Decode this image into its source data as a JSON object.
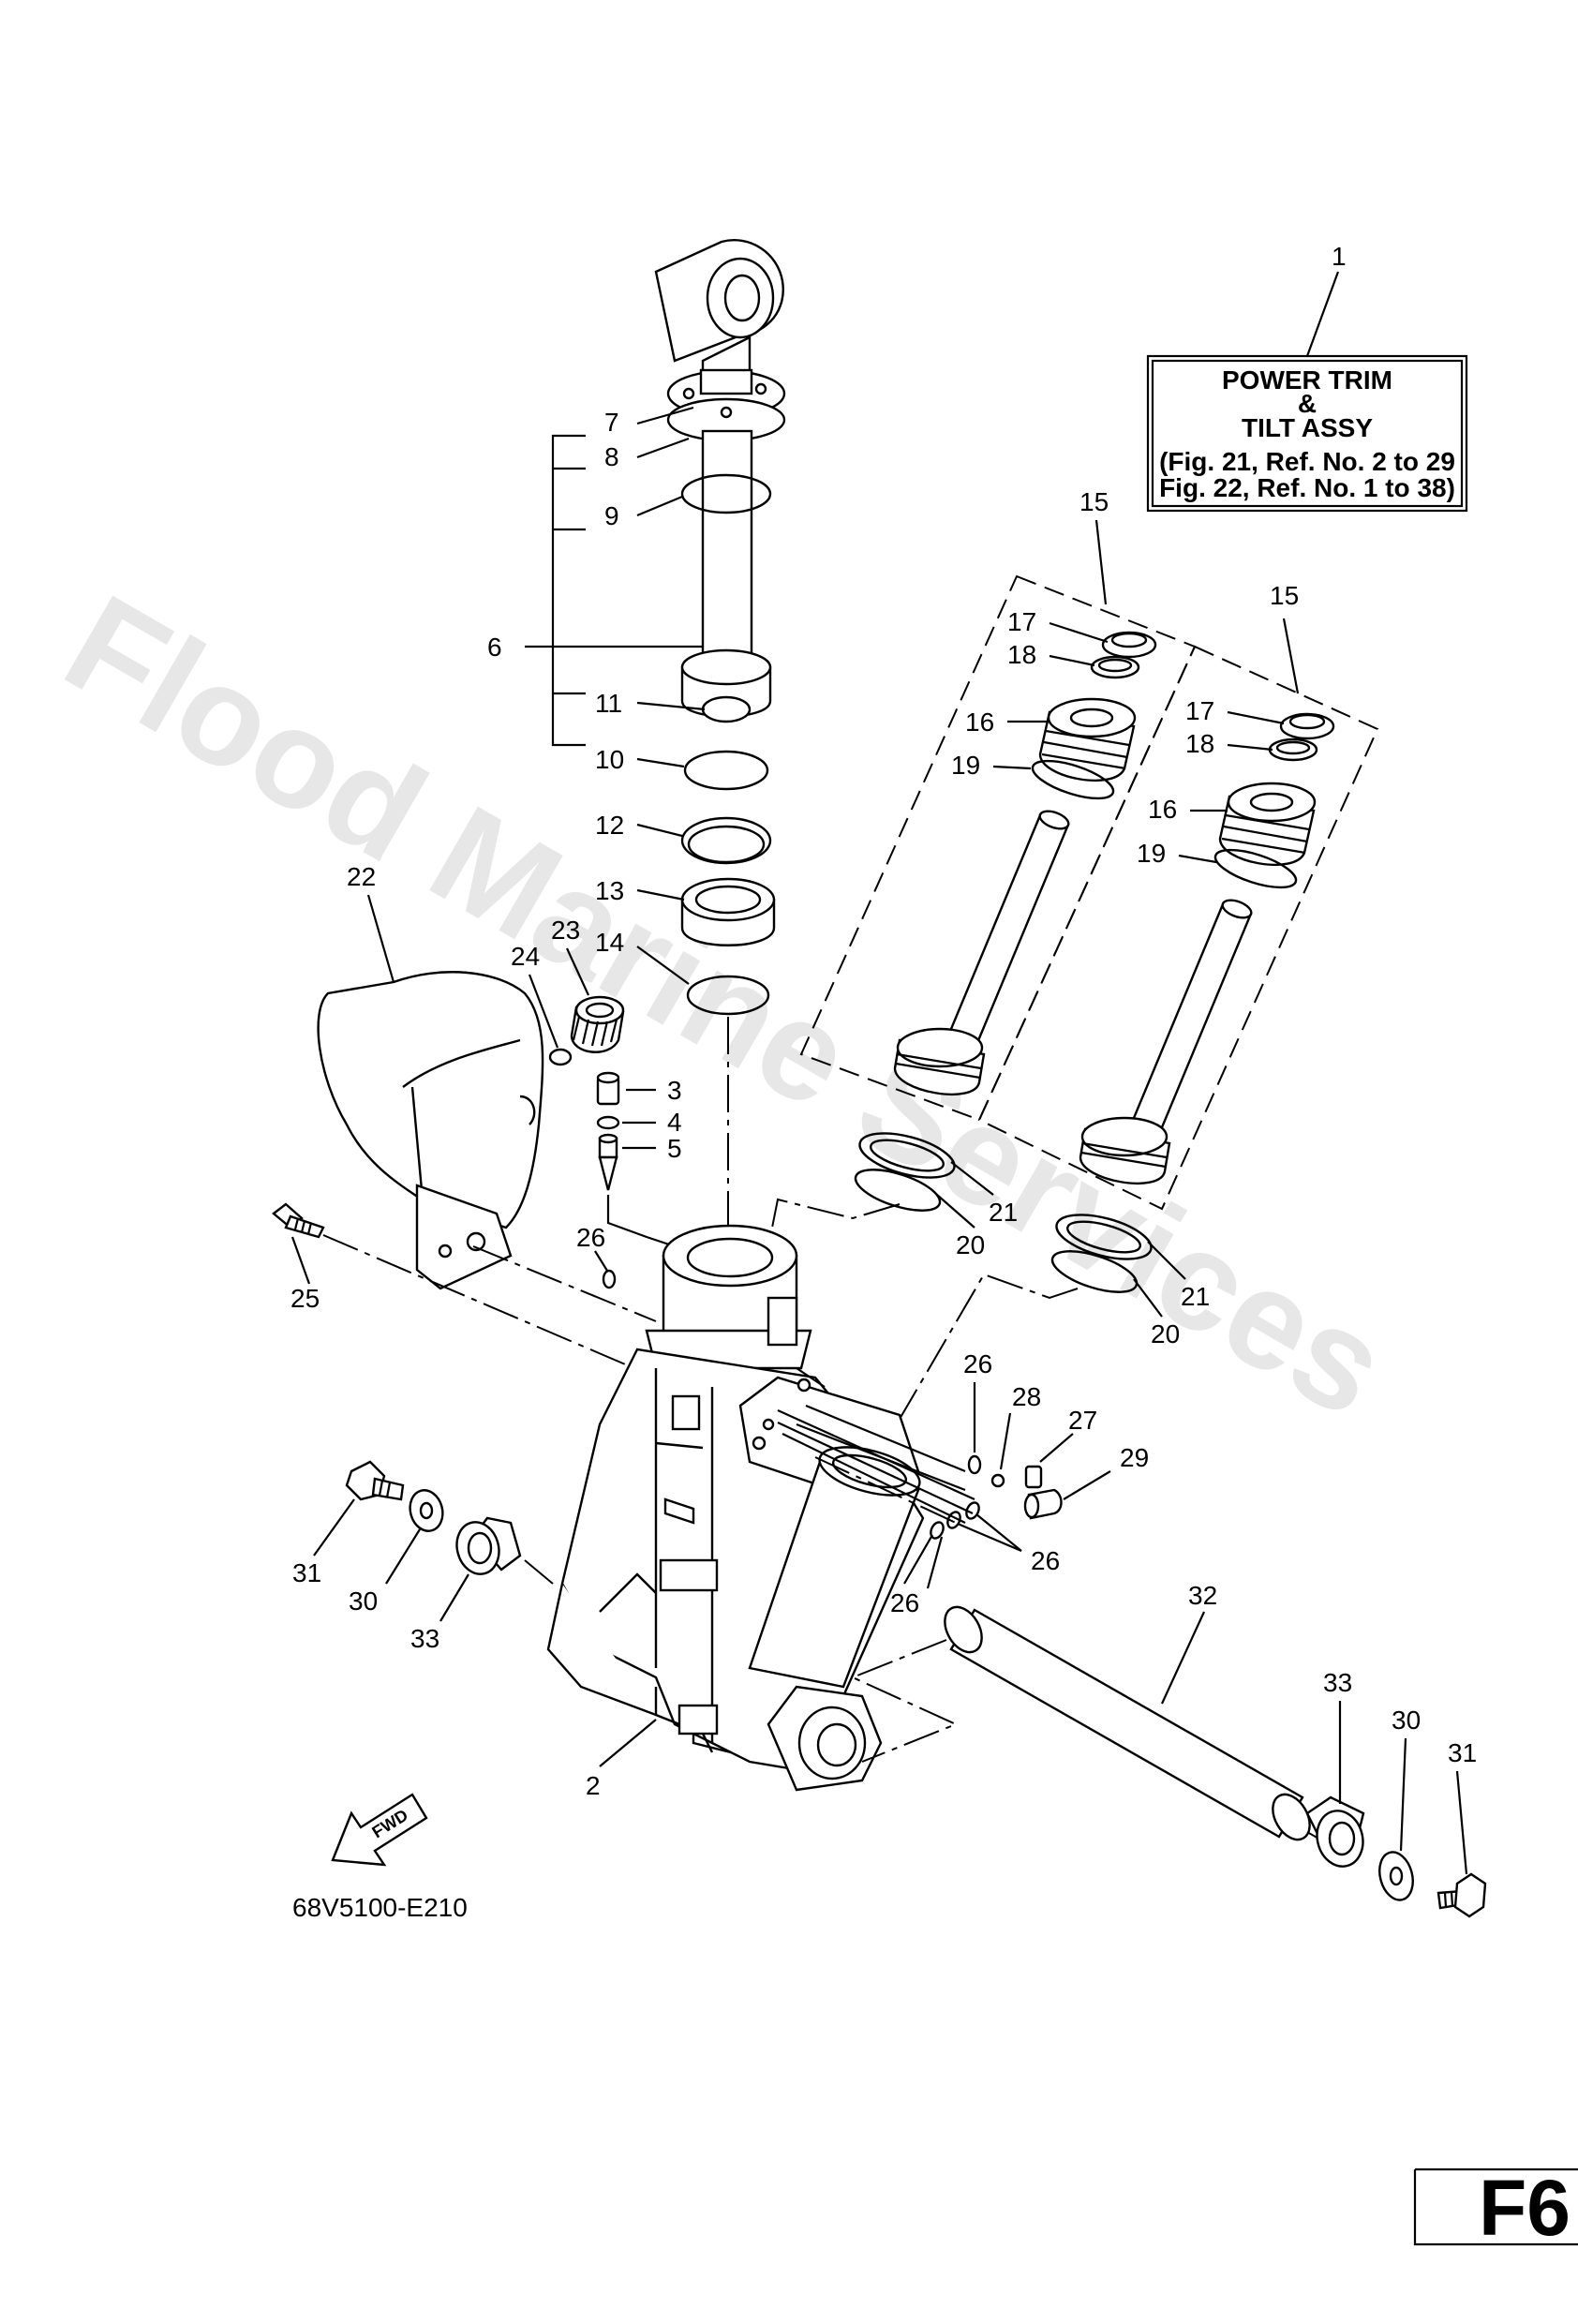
{
  "watermark": "Flood Marine Services",
  "assembly_box": {
    "title_line1": "POWER TRIM",
    "title_line2": "&",
    "title_line3": "TILT ASSY",
    "ref_line1": "(Fig. 21, Ref. No. 2 to 29",
    "ref_line2": "Fig. 22, Ref. No. 1 to 38)"
  },
  "drawing_code": "68V5100-E210",
  "page_code": "F6",
  "fwd_label": "FWD",
  "callouts": {
    "c1": "1",
    "c2": "2",
    "c3": "3",
    "c4": "4",
    "c5": "5",
    "c6": "6",
    "c7": "7",
    "c8": "8",
    "c9": "9",
    "c10": "10",
    "c11": "11",
    "c12": "12",
    "c13": "13",
    "c14": "14",
    "c15a": "15",
    "c15b": "15",
    "c16a": "16",
    "c16b": "16",
    "c17a": "17",
    "c17b": "17",
    "c18a": "18",
    "c18b": "18",
    "c19a": "19",
    "c19b": "19",
    "c20a": "20",
    "c20b": "20",
    "c21a": "21",
    "c21b": "21",
    "c22": "22",
    "c23": "23",
    "c24": "24",
    "c25": "25",
    "c26a": "26",
    "c26b": "26",
    "c26c": "26",
    "c26d": "26",
    "c27": "27",
    "c28": "28",
    "c29": "29",
    "c30a": "30",
    "c30b": "30",
    "c31a": "31",
    "c31b": "31",
    "c32": "32",
    "c33a": "33",
    "c33b": "33"
  }
}
